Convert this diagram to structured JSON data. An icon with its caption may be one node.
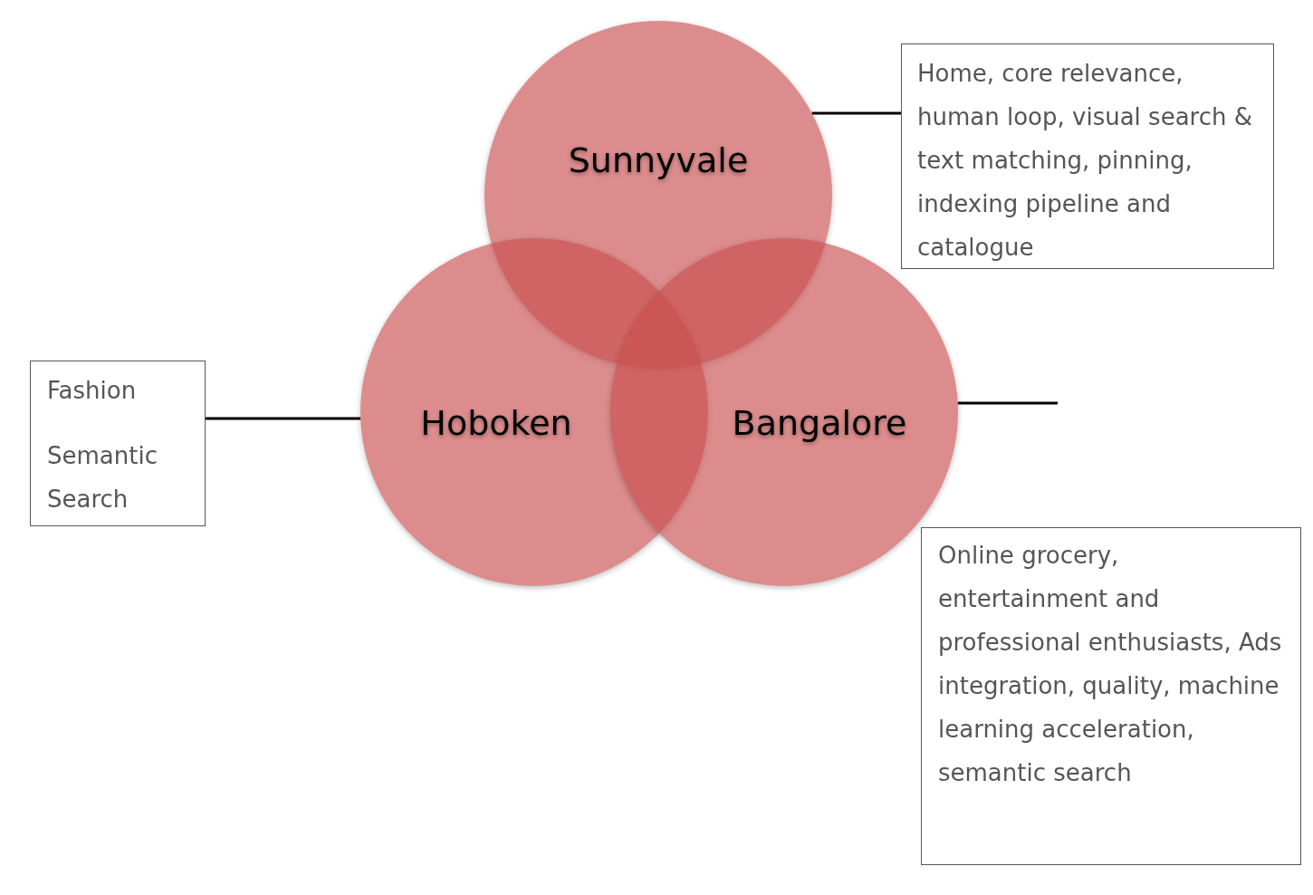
{
  "diagram": {
    "nodes": [
      {
        "text": [
          "Sunnyvale"
        ]
      },
      {
        "text": [
          "Hoboken"
        ]
      },
      {
        "text": [
          "Bangalore"
        ]
      },
      {
        "text": [
          "Home, core relevance, human loop, visual search & text matching, pinning, indexing pipeline and catalogue"
        ]
      },
      {
        "text": [
          "Fashion",
          "Semantic Search"
        ]
      },
      {
        "text": [
          "Online grocery, entertainment and professional enthusiasts, Ads integration, quality, machine learning acceleration, semantic search"
        ]
      }
    ],
    "edges": [
      {
        "from": 0,
        "to": 3,
        "arrow": "none"
      },
      {
        "from": 4,
        "to": 1,
        "arrow": "none"
      },
      {
        "from": 2,
        "to": null,
        "arrow": "none"
      }
    ]
  }
}
